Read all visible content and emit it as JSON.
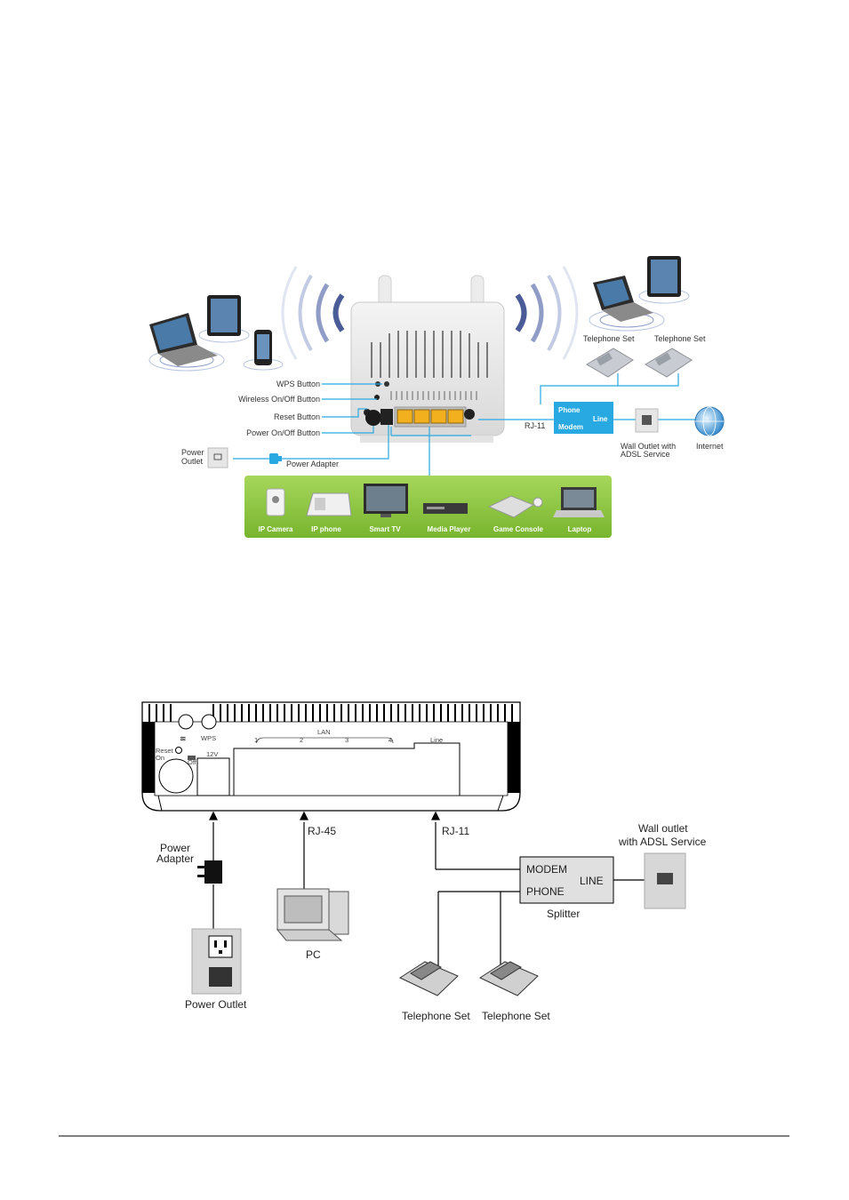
{
  "diagram1": {
    "callouts": {
      "wps_button": "WPS Button",
      "wireless_button": "Wireless On/Off Button",
      "reset_button": "Reset Button",
      "power_button": "Power On/Off Button"
    },
    "power_outlet": "Power\nOutlet",
    "power_outlet_line1": "Power",
    "power_outlet_line2": "Outlet",
    "power_adapter": "Power Adapter",
    "rj11": "RJ-11",
    "splitter_phone": "Phone",
    "splitter_modem": "Modem",
    "splitter_line": "Line",
    "telephone_set_1": "Telephone Set",
    "telephone_set_2": "Telephone Set",
    "wall_outlet_line1": "Wall Outlet with",
    "wall_outlet_line2": "ADSL Service",
    "internet": "Internet",
    "lan_devices": [
      "IP Camera",
      "IP phone",
      "Smart TV",
      "Media Player",
      "Game Console",
      "Laptop"
    ]
  },
  "diagram2": {
    "panel": {
      "wps": "WPS",
      "lan": "LAN",
      "ports": [
        "1",
        "2",
        "3",
        "4"
      ],
      "line": "Line",
      "reset_line1": "Reset",
      "reset_line2": "On",
      "off": "Off",
      "voltage": "12V"
    },
    "rj45": "RJ-45",
    "rj11": "RJ-11",
    "power_adapter_line1": "Power",
    "power_adapter_line2": "Adapter",
    "pc": "PC",
    "power_outlet": "Power Outlet",
    "splitter": {
      "modem": "MODEM",
      "phone": "PHONE",
      "line": "LINE",
      "caption": "Splitter"
    },
    "wall_outlet_line1": "Wall outlet",
    "wall_outlet_line2": "with ADSL Service",
    "telephone_set_1": "Telephone Set",
    "telephone_set_2": "Telephone Set"
  },
  "colors": {
    "accent_blue": "#29a9e1",
    "panel_green": "#8cc63f",
    "port_yellow": "#f2b01e"
  }
}
